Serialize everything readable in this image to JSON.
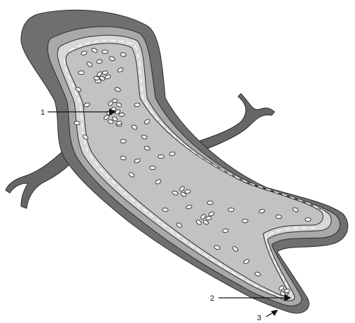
{
  "figure": {
    "colors": {
      "outer_wall": "#6f6f6f",
      "mid_wall": "#a9a9a9",
      "inner_wall": "#d8d8d8",
      "lumen": "#c2c2c2",
      "cell_fill": "#f4f4f4",
      "outline": "#2b2b2b",
      "branch_vessel": "#666666"
    },
    "callouts": [
      {
        "id": "1",
        "label": "1"
      },
      {
        "id": "2",
        "label": "2"
      },
      {
        "id": "3",
        "label": "3"
      }
    ]
  }
}
